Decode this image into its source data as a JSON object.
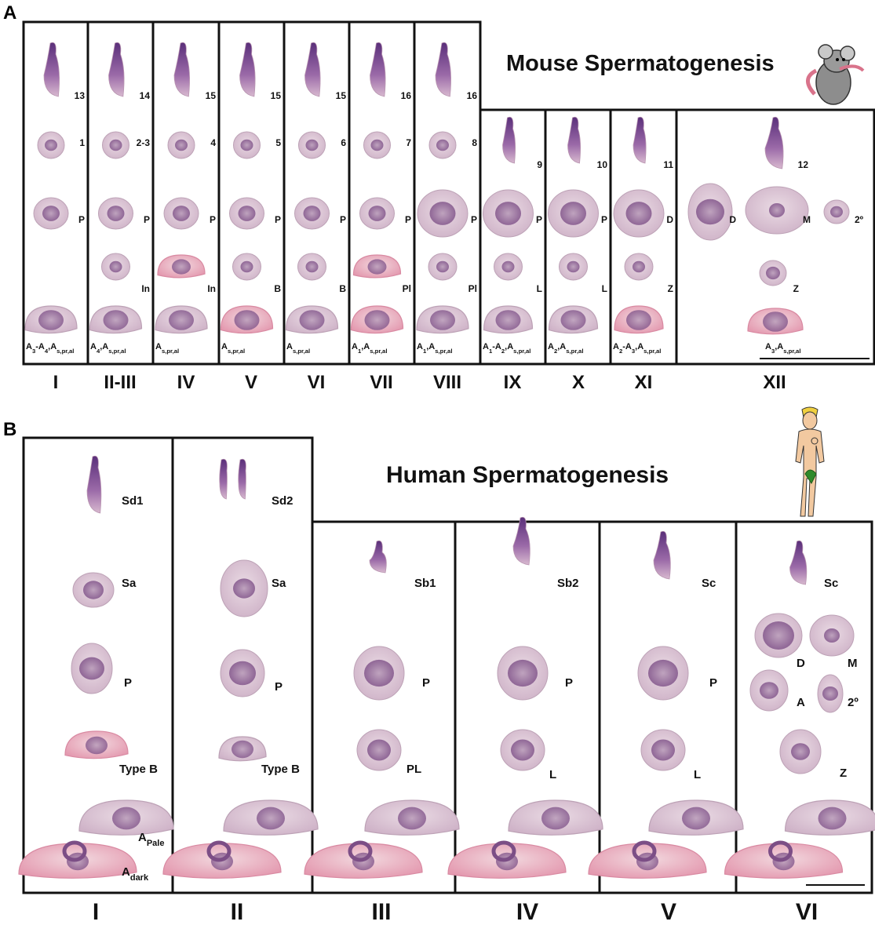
{
  "panel_a": {
    "letter": "A",
    "title": "Mouse Spermatogenesis",
    "stages": [
      {
        "roman": "I",
        "spermatid_step": "13",
        "spermatid_step2": "1",
        "primary": "P",
        "intermediate": "",
        "basal": "A3-A4,As,pr,al"
      },
      {
        "roman": "II-III",
        "spermatid_step": "14",
        "spermatid_step2": "2-3",
        "primary": "P",
        "intermediate": "In",
        "basal": "A4,As,pr,al"
      },
      {
        "roman": "IV",
        "spermatid_step": "15",
        "spermatid_step2": "4",
        "primary": "P",
        "intermediate": "In",
        "basal": "As,pr,al"
      },
      {
        "roman": "V",
        "spermatid_step": "15",
        "spermatid_step2": "5",
        "primary": "P",
        "intermediate": "B",
        "basal": "As,pr,al"
      },
      {
        "roman": "VI",
        "spermatid_step": "15",
        "spermatid_step2": "6",
        "primary": "P",
        "intermediate": "B",
        "basal": "As,pr,al"
      },
      {
        "roman": "VII",
        "spermatid_step": "16",
        "spermatid_step2": "7",
        "primary": "P",
        "intermediate": "Pl",
        "basal": "A1,As,pr,al"
      },
      {
        "roman": "VIII",
        "spermatid_step": "16",
        "spermatid_step2": "8",
        "primary": "P",
        "intermediate": "Pl",
        "basal": "A1,As,pr,al"
      },
      {
        "roman": "IX",
        "spermatid_step": "",
        "spermatid_step2": "9",
        "primary": "P",
        "intermediate": "L",
        "basal": "A1-A2,As,pr,al"
      },
      {
        "roman": "X",
        "spermatid_step": "",
        "spermatid_step2": "10",
        "primary": "P",
        "intermediate": "L",
        "basal": "A2,As,pr,al"
      },
      {
        "roman": "XI",
        "spermatid_step": "",
        "spermatid_step2": "11",
        "primary": "D",
        "intermediate": "Z",
        "basal": "A2-A3,As,pr,al"
      },
      {
        "roman": "XII",
        "spermatid_step": "",
        "spermatid_step2": "12",
        "primary": "D",
        "primary2": "M",
        "primary3": "2º",
        "intermediate": "Z",
        "basal": "A3,As,pr,al"
      }
    ]
  },
  "panel_b": {
    "letter": "B",
    "title": "Human Spermatogenesis",
    "stages": [
      {
        "roman": "I",
        "labels": [
          "Sd1",
          "Sa",
          "P",
          "Type B",
          "APale",
          "Adark"
        ]
      },
      {
        "roman": "II",
        "labels": [
          "Sd2",
          "Sa",
          "P",
          "Type B"
        ]
      },
      {
        "roman": "III",
        "labels": [
          "Sb1",
          "P",
          "PL"
        ]
      },
      {
        "roman": "IV",
        "labels": [
          "Sb2",
          "P",
          "L"
        ]
      },
      {
        "roman": "V",
        "labels": [
          "Sc",
          "P",
          "L"
        ]
      },
      {
        "roman": "VI",
        "labels": [
          "Sc",
          "D",
          "M",
          "A",
          "2º",
          "Z"
        ]
      }
    ],
    "subscripts": {
      "pale": "Pale",
      "dark": "dark"
    },
    "basal_A": "A"
  },
  "colors": {
    "cell_fill": "#ddc7d6",
    "nucleus": "#8a5a8e",
    "head": "#6b3d86",
    "basal_pink": "#e8a9bd",
    "frame": "#111111"
  },
  "icons": {
    "mouse": "mouse-icon",
    "human": "human-figure-icon"
  }
}
